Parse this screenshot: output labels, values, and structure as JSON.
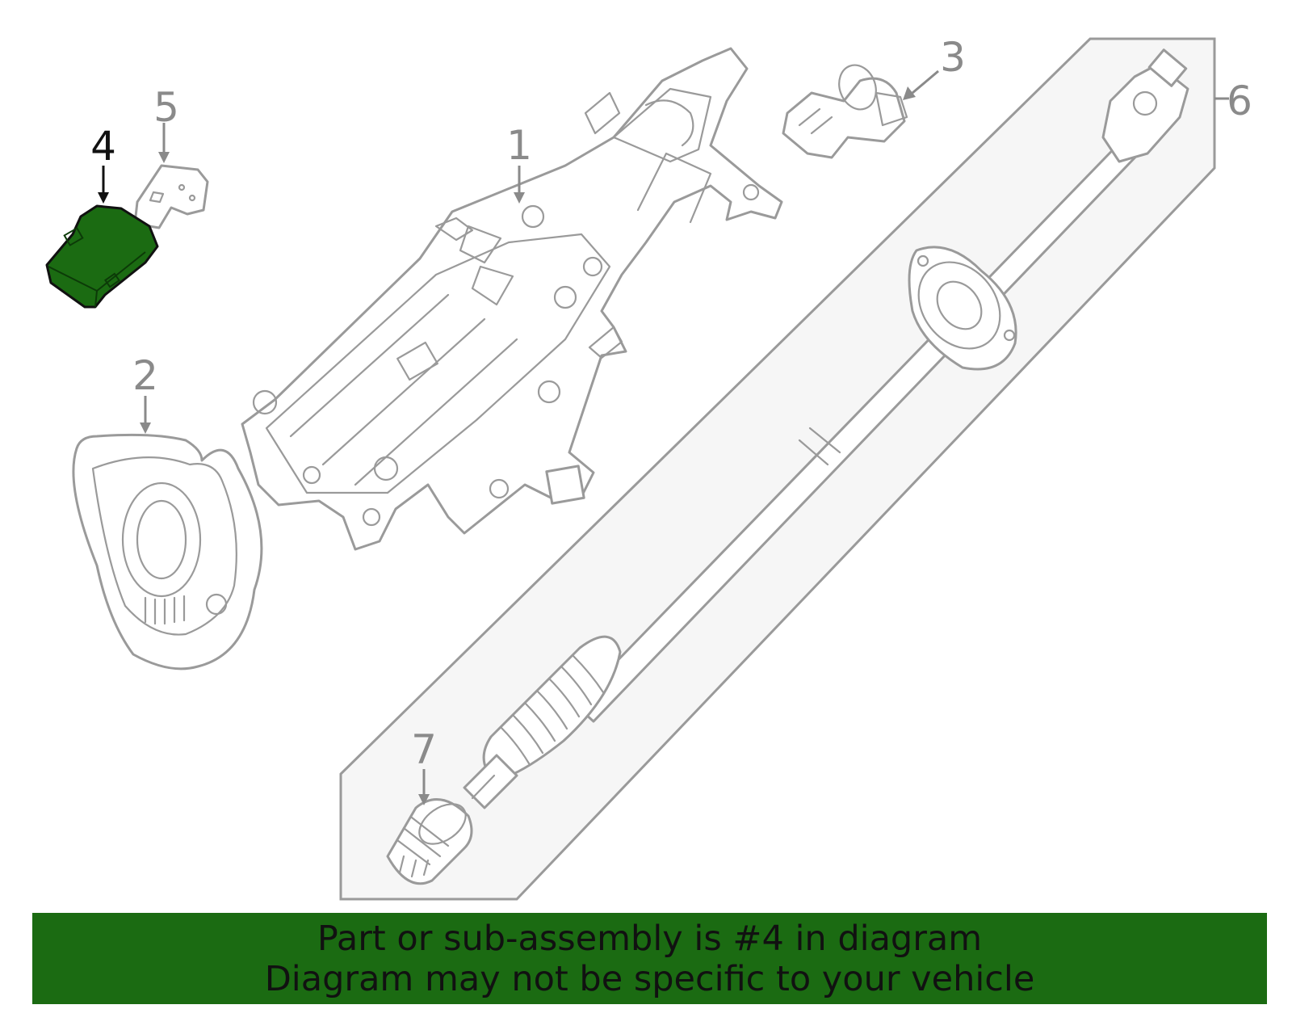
{
  "colors": {
    "highlight": "#1b6b12",
    "banner": "#1b6b12",
    "line": "#9a9a9a",
    "callout": "#8a8a8a"
  },
  "callouts": {
    "c1": "1",
    "c2": "2",
    "c3": "3",
    "c4": "4",
    "c5": "5",
    "c6": "6",
    "c7": "7"
  },
  "highlighted_part": "4",
  "banner": {
    "line1": "Part or sub-assembly is #4 in diagram",
    "line2": "Diagram may not be specific to your vehicle"
  }
}
